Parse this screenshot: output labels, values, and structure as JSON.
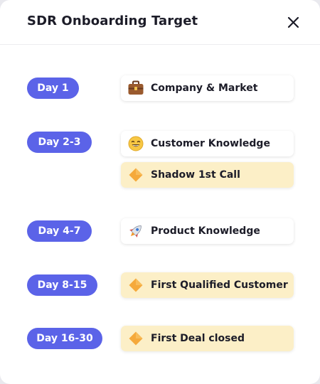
{
  "header": {
    "title": "SDR Onboarding Target",
    "close_icon": "close-icon"
  },
  "colors": {
    "pill": "#5b63e8",
    "task_bg": "#ffffff",
    "milestone_bg": "#fcefc7",
    "diamond": "#f5a93b"
  },
  "timeline": [
    {
      "day": "Day 1",
      "items": [
        {
          "icon": "briefcase-icon",
          "label": "Company & Market",
          "kind": "task"
        }
      ]
    },
    {
      "day": "Day 2-3",
      "items": [
        {
          "icon": "smiley-icon",
          "label": "Customer Knowledge",
          "kind": "task"
        },
        {
          "icon": "diamond-icon",
          "label": "Shadow 1st Call",
          "kind": "milestone"
        }
      ]
    },
    {
      "day": "Day 4-7",
      "items": [
        {
          "icon": "rocket-icon",
          "label": "Product Knowledge",
          "kind": "task"
        }
      ]
    },
    {
      "day": "Day 8-15",
      "items": [
        {
          "icon": "diamond-icon",
          "label": "First Qualified Customer",
          "kind": "milestone"
        }
      ]
    },
    {
      "day": "Day 16-30",
      "items": [
        {
          "icon": "diamond-icon",
          "label": "First Deal closed",
          "kind": "milestone"
        }
      ]
    }
  ]
}
